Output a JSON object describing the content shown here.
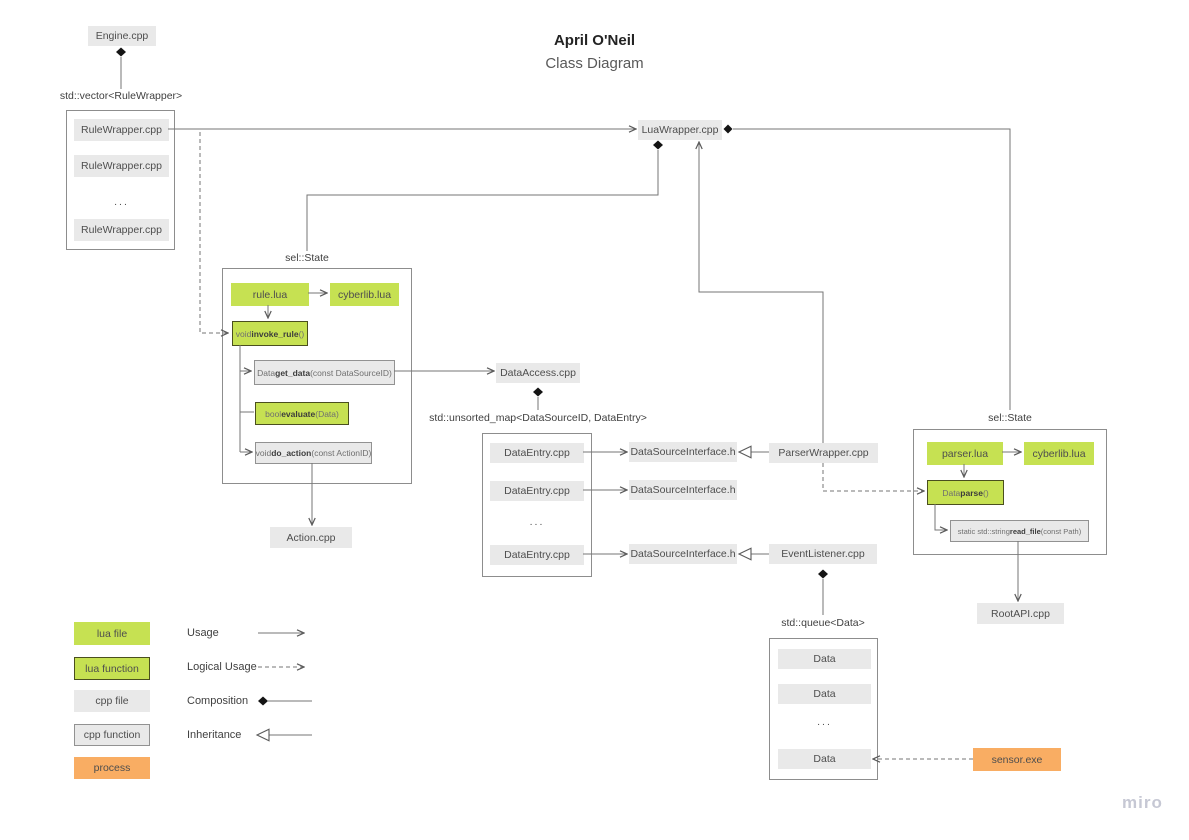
{
  "title": {
    "main": "April O'Neil",
    "subtitle": "Class Diagram"
  },
  "watermark": "miro",
  "colors": {
    "lua_green": "#c6e152",
    "cpp_gray": "#e9e9e9",
    "process_orange": "#f9ad63",
    "line_gray": "#767676"
  },
  "nodes": {
    "engine": "Engine.cpp",
    "vector": {
      "label": "std::vector<RuleWrapper>",
      "items": [
        "RuleWrapper.cpp",
        "RuleWrapper.cpp",
        "...",
        "RuleWrapper.cpp"
      ]
    },
    "lua_wrapper": "LuaWrapper.cpp",
    "sel_state_left": {
      "label": "sel::State",
      "rule_lua": "rule.lua",
      "cyberlib": "cyberlib.lua",
      "invoke_rule": {
        "pre": "void ",
        "bold": "invoke_rule",
        "post": "()"
      },
      "get_data": {
        "pre": "Data ",
        "bold": "get_data",
        "post": "(const DataSourceID)"
      },
      "evaluate": {
        "pre": "bool ",
        "bold": "evaluate",
        "post": "(Data)"
      },
      "do_action": {
        "pre": "void ",
        "bold": "do_action",
        "post": "(const ActionID)"
      }
    },
    "action": "Action.cpp",
    "data_access": "DataAccess.cpp",
    "unsorted_map": {
      "label": "std::unsorted_map<DataSourceID, DataEntry>",
      "items": [
        "DataEntry.cpp",
        "DataEntry.cpp",
        "...",
        "DataEntry.cpp"
      ]
    },
    "interfaces": [
      "DataSourceInterface.h",
      "DataSourceInterface.h",
      "DataSourceInterface.h"
    ],
    "parser_wrapper": "ParserWrapper.cpp",
    "event_listener": "EventListener.cpp",
    "sel_state_right": {
      "label": "sel::State",
      "parser_lua": "parser.lua",
      "cyberlib": "cyberlib.lua",
      "parse": {
        "pre": "Data ",
        "bold": "parse",
        "post": "()"
      },
      "read_file": {
        "pre": "static std::string ",
        "bold": "read_file",
        "post": "(const Path)"
      }
    },
    "root_api": "RootAPI.cpp",
    "queue": {
      "label": "std::queue<Data>",
      "items": [
        "Data",
        "Data",
        "...",
        "Data"
      ]
    },
    "sensor": "sensor.exe"
  },
  "legend": {
    "types": [
      {
        "label": "lua file"
      },
      {
        "label": "lua function"
      },
      {
        "label": "cpp file"
      },
      {
        "label": "cpp function"
      },
      {
        "label": "process"
      }
    ],
    "relations": [
      {
        "label": "Usage"
      },
      {
        "label": "Logical Usage"
      },
      {
        "label": "Composition"
      },
      {
        "label": "Inheritance"
      }
    ]
  }
}
